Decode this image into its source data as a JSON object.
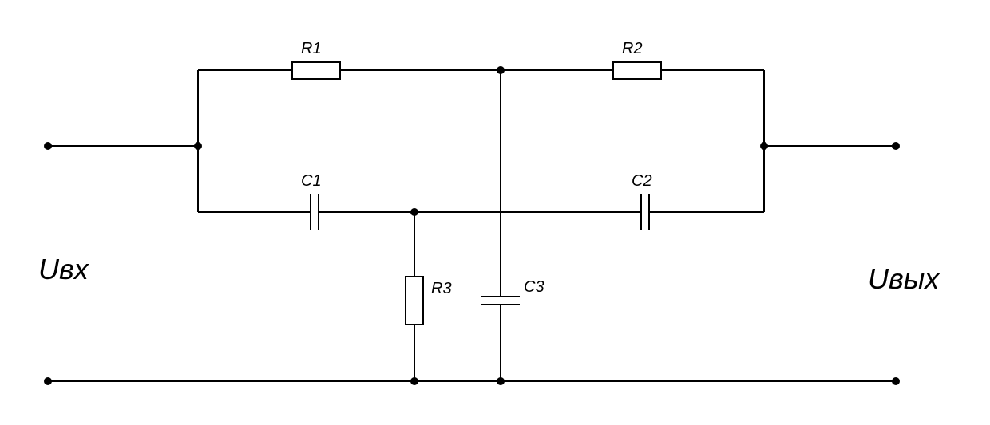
{
  "labels": {
    "r1": "R1",
    "r2": "R2",
    "r3": "R3",
    "c1": "C1",
    "c2": "C2",
    "c3": "C3",
    "input": "Uвх",
    "output": "Uвых"
  },
  "colors": {
    "ink": "#000000",
    "background": "#ffffff"
  }
}
